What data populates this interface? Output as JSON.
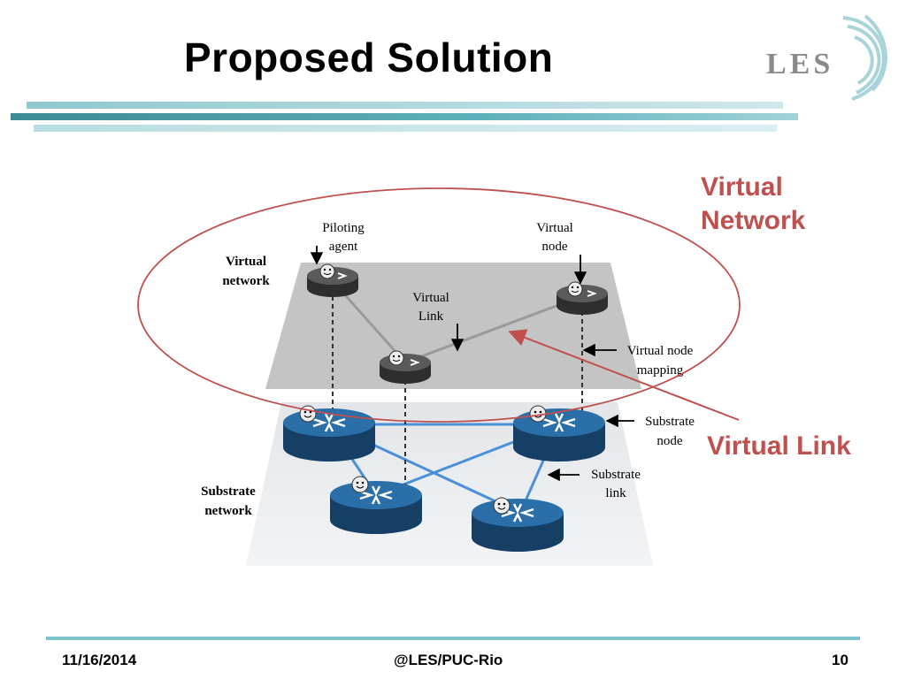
{
  "slide": {
    "title": "Proposed Solution",
    "logo_text": "LES"
  },
  "diagram": {
    "virtual_network_label": [
      "Virtual",
      "network"
    ],
    "substrate_network_label": [
      "Substrate",
      "network"
    ],
    "piloting_agent_label": [
      "Piloting",
      "agent"
    ],
    "virtual_node_label": [
      "Virtual",
      "node"
    ],
    "virtual_link_label": [
      "Virtual",
      "Link"
    ],
    "virtual_node_mapping_label": [
      "Virtual node",
      "mapping"
    ],
    "substrate_node_label": [
      "Substrate",
      "node"
    ],
    "substrate_link_label": [
      "Substrate",
      "link"
    ]
  },
  "callouts": {
    "virtual_network_line1": "Virtual",
    "virtual_network_line2": "Network",
    "virtual_link": "Virtual Link"
  },
  "footer": {
    "date": "11/16/2014",
    "organization": "@LES/PUC-Rio",
    "page_number": "10"
  },
  "colors": {
    "callout": "#c0504d",
    "accent_teal": "#5fb0ba",
    "substrate_router": "#1f5f8f",
    "virtual_router": "#4a4a4a"
  }
}
